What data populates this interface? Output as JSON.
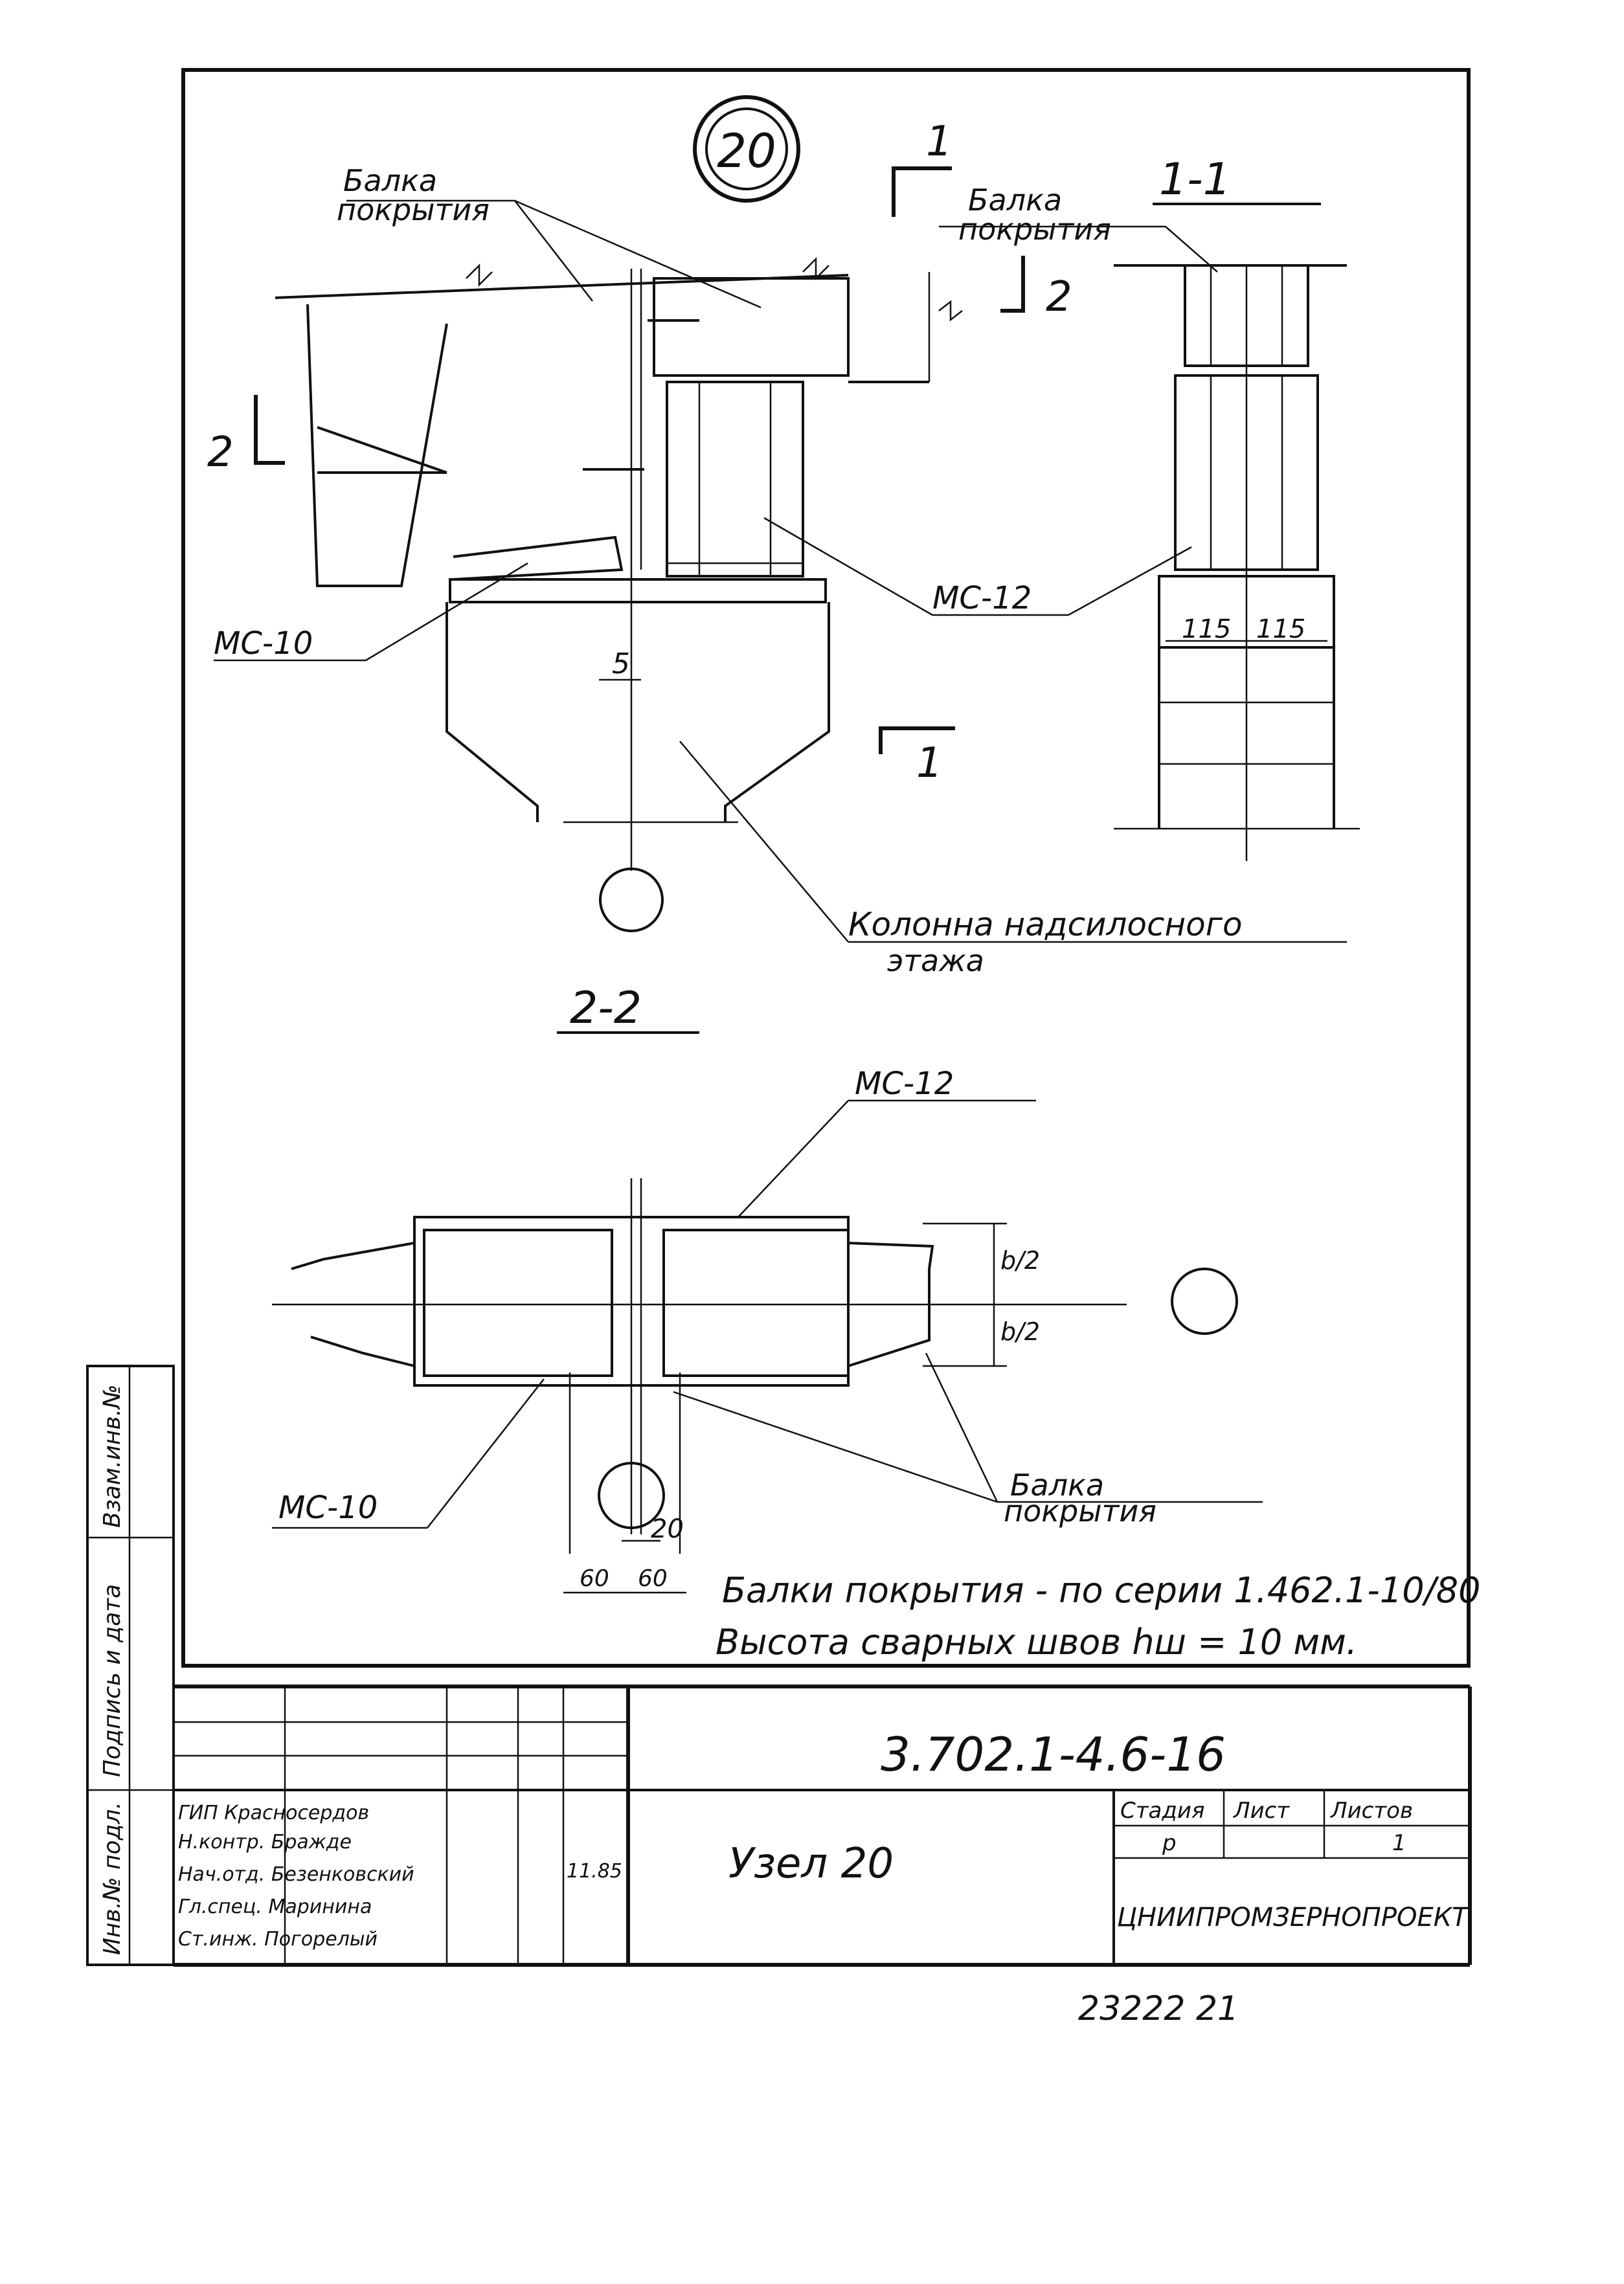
{
  "node_mark": "20",
  "section_1_1": {
    "title": "1-1",
    "cut_mark": "1",
    "dims": [
      "115",
      "115"
    ]
  },
  "section_2_2": {
    "title": "2-2",
    "cut_mark": "2"
  },
  "labels": {
    "beam_top_1": "Балка",
    "beam_top_2": "покрытия",
    "beam_11_1": "Балка",
    "beam_11_2": "покрытия",
    "ms10": "МС-10",
    "ms12": "МС-12",
    "column_1": "Колонна надсилосного",
    "column_2": "этажа",
    "dim_5": "5",
    "ms12_22": "МС-12",
    "ms10_22": "МС-10",
    "beam_22_1": "Балка",
    "beam_22_2": "покрытия",
    "dim_20": "20",
    "dim_60a": "60",
    "dim_60b": "60",
    "b2a": "b/2",
    "b2b": "b/2"
  },
  "notes": [
    "Балки покрытия - по серии 1.462.1-10/80",
    "Высота сварных швов hш = 10 мм."
  ],
  "title_block": {
    "code": "3.702.1-4.6-16",
    "name": "Узел 20",
    "stage_head": "Стадия",
    "sheet_head": "Лист",
    "sheets_head": "Листов",
    "stage": "р",
    "sheets": "1",
    "org": "ЦНИИПРОМЗЕРНОПРОЕКТ",
    "signatures": [
      "ГИП Красносердов",
      "Н.контр. Бражде",
      "Нач.отд. Безенковский",
      "Гл.спец. Маринина",
      "Ст.инж. Погорелый"
    ],
    "date": "11.85"
  },
  "side_stamp": [
    "Инв.№ подл.",
    "Подпись и дата",
    "Взам.инв.№"
  ],
  "archive_no": "23222 21"
}
